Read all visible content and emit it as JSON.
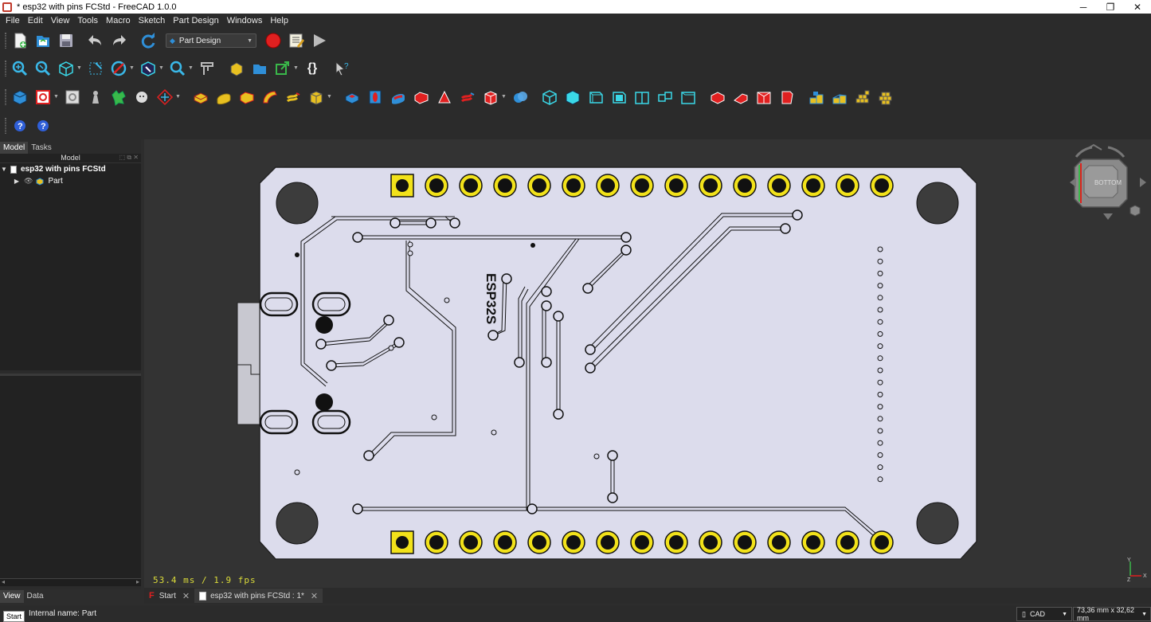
{
  "window": {
    "title": "* esp32 with pins FCStd - FreeCAD 1.0.0",
    "minimize": "─",
    "restore": "❐",
    "close": "✕"
  },
  "menu": [
    "File",
    "Edit",
    "View",
    "Tools",
    "Macro",
    "Sketch",
    "Part Design",
    "Windows",
    "Help"
  ],
  "workbench": {
    "selected": "Part Design"
  },
  "panel": {
    "tabs": [
      "Model",
      "Tasks"
    ],
    "tree_header": "Model",
    "tree": [
      {
        "label": "esp32 with pins FCStd",
        "level": 0
      },
      {
        "label": "Part",
        "level": 1
      }
    ],
    "bottom_tabs": [
      "View",
      "Data"
    ]
  },
  "viewport": {
    "fps_text": "53.4 ms / 1.9 fps",
    "board_label": "ESP32S",
    "navcube_face": "BOTTOM",
    "board_fill": "#dcdcec",
    "pad_color": "#f2e21a",
    "axis_labels": [
      "Y",
      "Z",
      "X"
    ]
  },
  "doc_tabs": [
    {
      "label": "Start",
      "active": false
    },
    {
      "label": "esp32 with pins FCStd : 1*",
      "active": true
    }
  ],
  "status": {
    "text": "Internal name: Part",
    "tooltip": "Start",
    "navigation_style": "CAD",
    "dimensions": "73,36 mm x 32,62 mm"
  },
  "colors": {
    "accent_red": "#e02020",
    "icon_blue": "#2f8fd8",
    "icon_yellow": "#e8c020",
    "cube_cyan": "#3ad8e8"
  }
}
